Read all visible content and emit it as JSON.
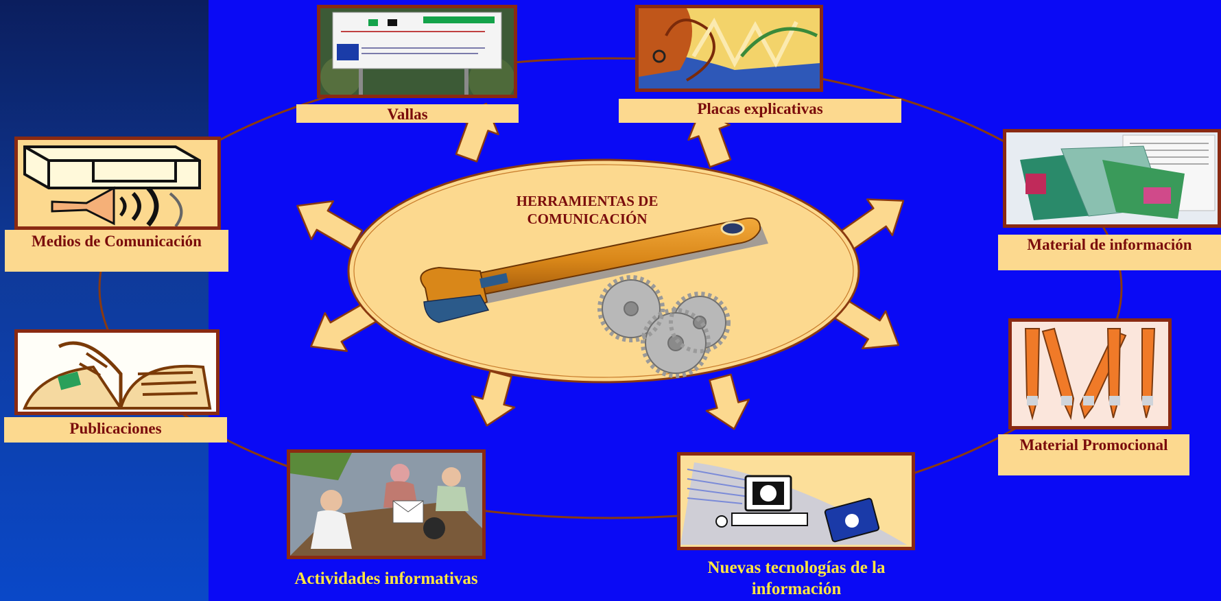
{
  "center": {
    "title_line1": "HERRAMIENTAS DE",
    "title_line2": "COMUNICACIÓN",
    "illustration": "wrench-and-gears"
  },
  "nodes": [
    {
      "id": "vallas",
      "label": "Vallas",
      "icon": "billboard-sign"
    },
    {
      "id": "placas",
      "label": "Placas explicativas",
      "icon": "abstract-plaque"
    },
    {
      "id": "material-informacion",
      "label": "Material de información",
      "icon": "brochures"
    },
    {
      "id": "material-promocional",
      "label": "Material Promocional",
      "icon": "pens"
    },
    {
      "id": "nuevas-tecnologias",
      "label_line1": "Nuevas tecnologías de la",
      "label_line2": "información",
      "icon": "computer-disk"
    },
    {
      "id": "actividades",
      "label": "Actividades informativas",
      "icon": "meeting-people"
    },
    {
      "id": "publicaciones",
      "label": "Publicaciones",
      "icon": "open-book"
    },
    {
      "id": "medios",
      "label": "Medios de Comunicación",
      "icon": "megaphone-speaker"
    }
  ],
  "colors": {
    "background": "#0a0af5",
    "left_panel": "#0f3a9a",
    "center_fill": "#fcd98f",
    "outline": "#8a3a10",
    "label_fill": "#fcd98f",
    "label_text": "#7a0c0c",
    "yellow_text": "#ffe640"
  }
}
